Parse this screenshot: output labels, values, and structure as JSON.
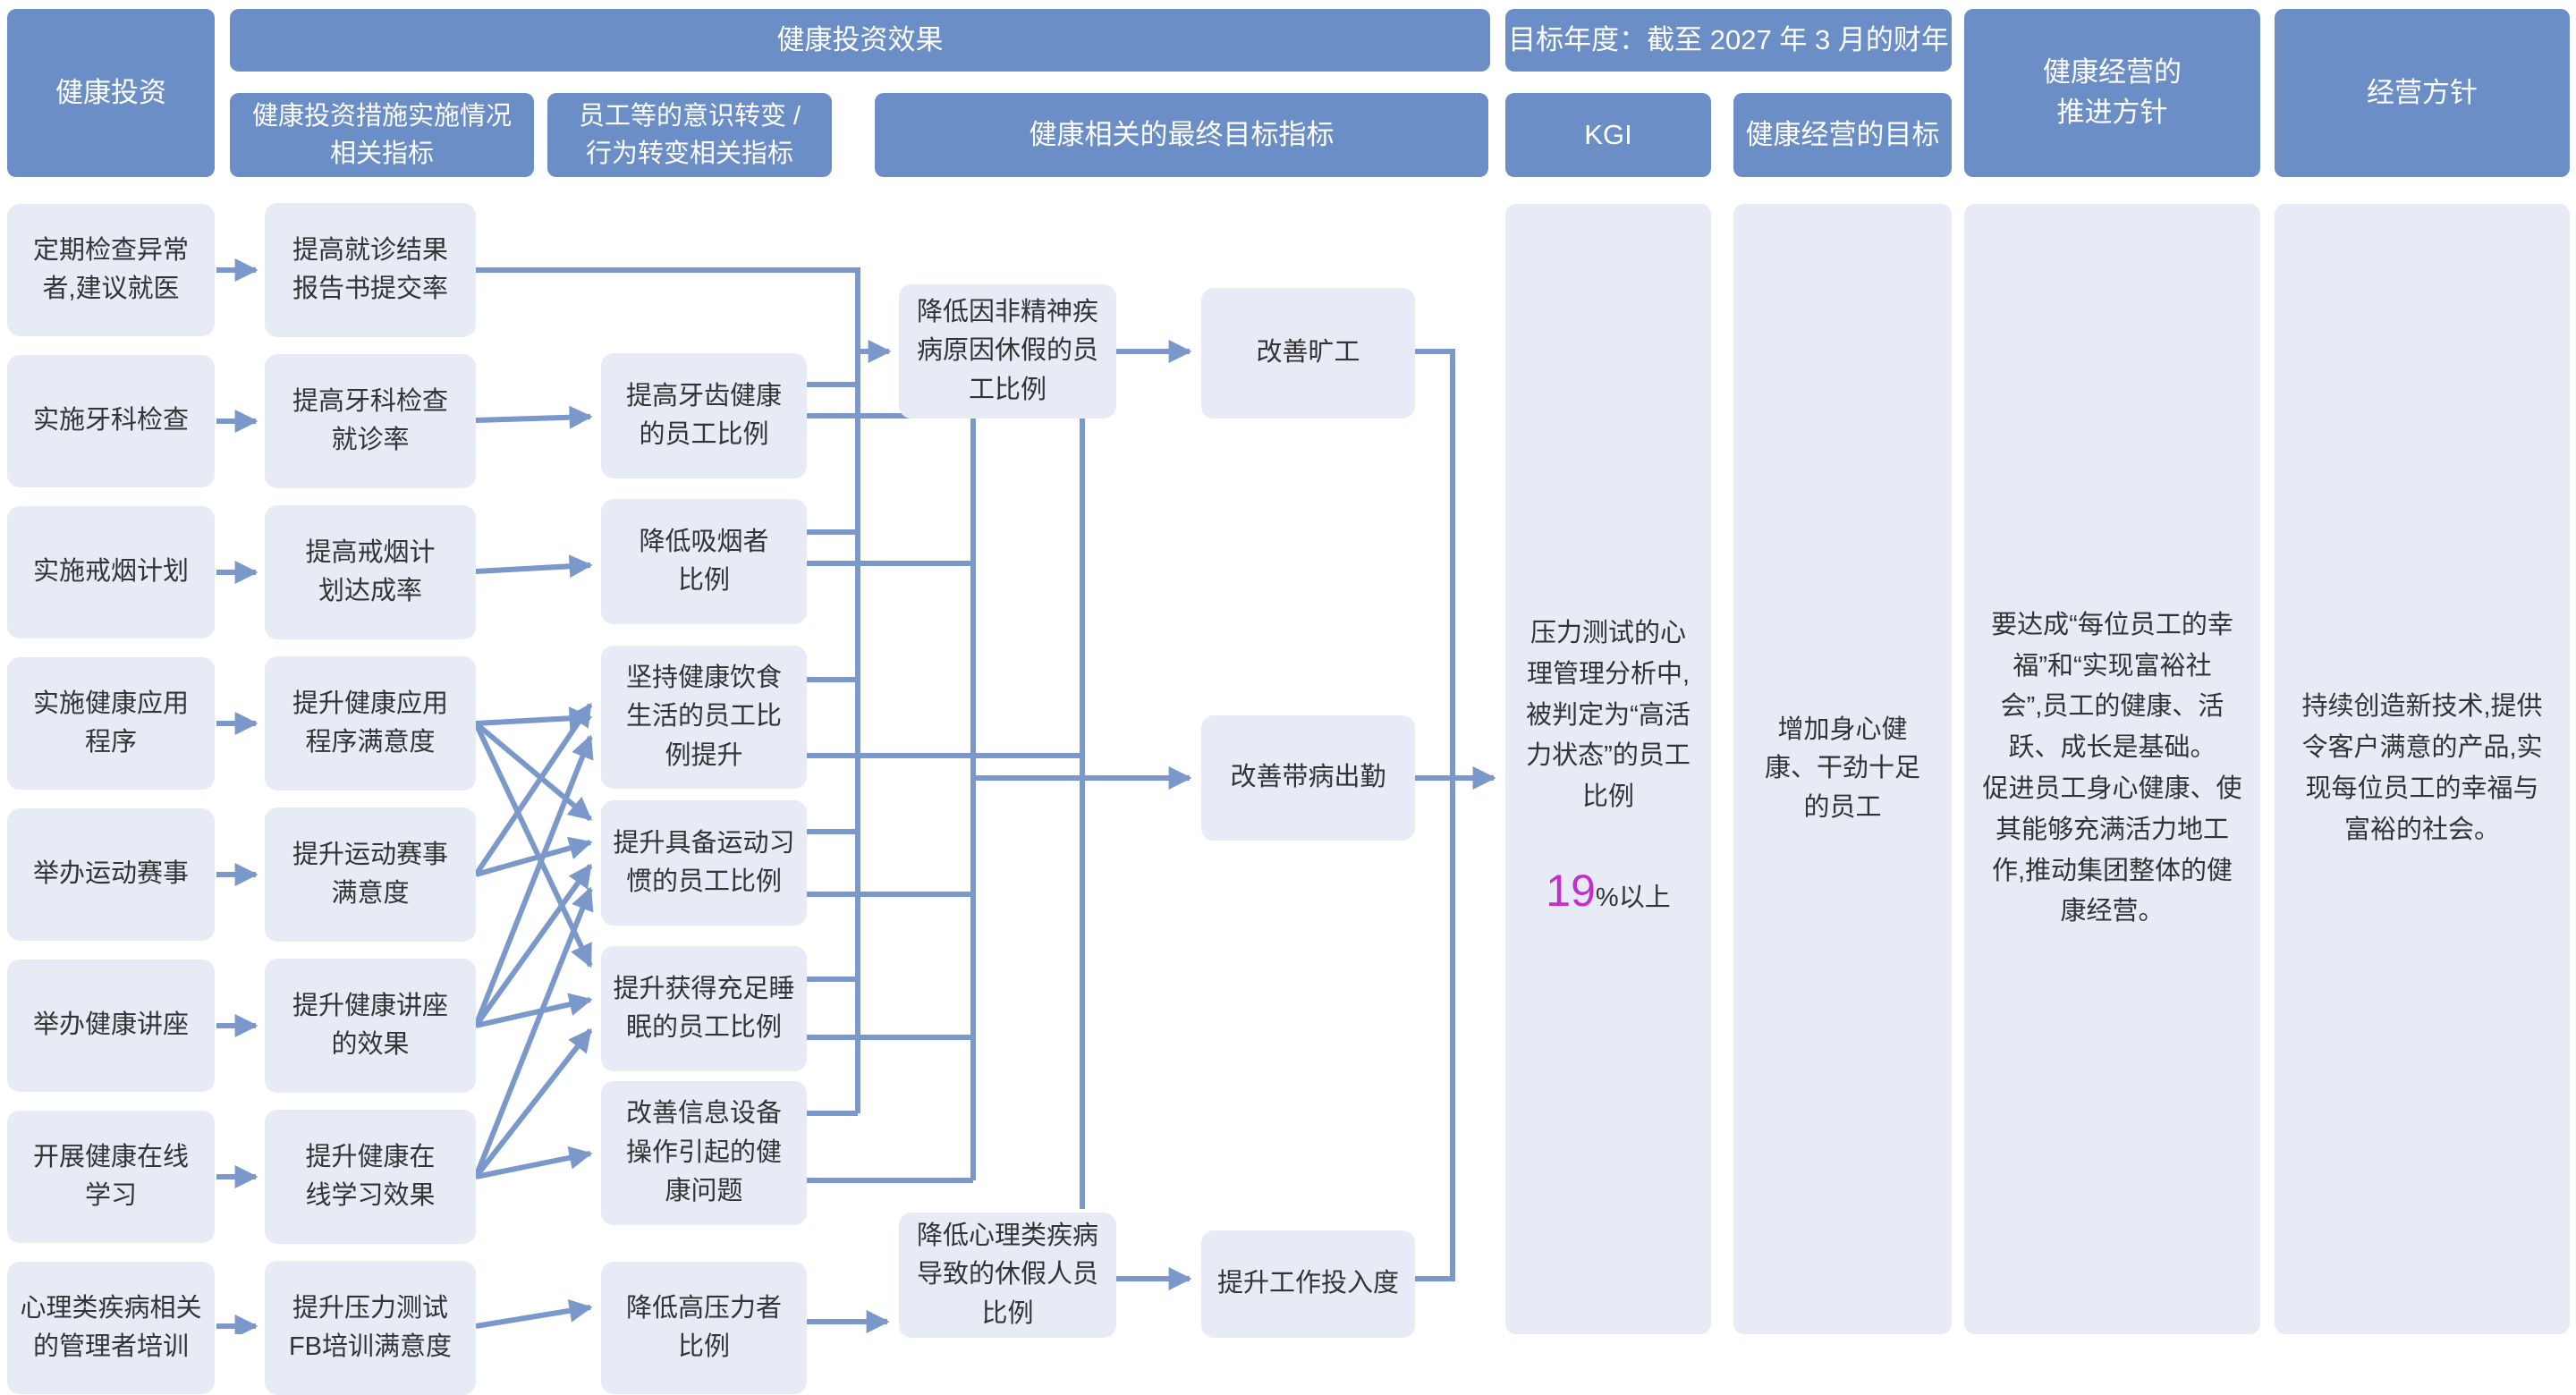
{
  "colors": {
    "header_bg": "#6B8EC7",
    "box_bg": "#E6EBF6",
    "connector": "#7B98CB",
    "header_text": "#FFFFFF",
    "body_text": "#333333",
    "kgi_value_color": "#C42FCB"
  },
  "headers": {
    "investment": "健康投资",
    "effect": "健康投资效果",
    "target_year": "目标年度：截至 2027 年 3 月的财年",
    "promotion_policy": "健康经营的\n推进方针",
    "management_policy": "经营方针",
    "implementation_indicators": "健康投资措施实施情况\n相关指标",
    "awareness_indicators": "员工等的意识转变 /\n行为转变相关指标",
    "final_indicators": "健康相关的最终目标指标",
    "kgi": "KGI",
    "goal": "健康经营的目标"
  },
  "investments": [
    "定期检查异常\n者,建议就医",
    "实施牙科检查",
    "实施戒烟计划",
    "实施健康应用\n程序",
    "举办运动赛事",
    "举办健康讲座",
    "开展健康在线\n学习",
    "心理类疾病相关\n的管理者培训"
  ],
  "implementation_metrics": [
    "提高就诊结果\n报告书提交率",
    "提高牙科检查\n就诊率",
    "提高戒烟计\n划达成率",
    "提升健康应用\n程序满意度",
    "提升运动赛事\n满意度",
    "提升健康讲座\n的效果",
    "提升健康在\n线学习效果",
    "提升压力测试\nFB培训满意度"
  ],
  "behavior_metrics": [
    "提高牙齿健康\n的员工比例",
    "降低吸烟者\n比例",
    "坚持健康饮食\n生活的员工比\n例提升",
    "提升具备运动习\n惯的员工比例",
    "提升获得充足睡\n眠的员工比例",
    "改善信息设备\n操作引起的健\n康问题",
    "降低高压力者\n比例"
  ],
  "final_targets": {
    "non_mental_leave": "降低因非精神疾\n病原因休假的员\n工比例",
    "absenteeism": "改善旷工",
    "presenteeism": "改善带病出勤",
    "mental_leave": "降低心理类疾病\n导致的休假人员\n比例",
    "engagement": "提升工作投入度"
  },
  "kgi": {
    "description": "压力测试的心\n理管理分析中,\n被判定为“高活\n力状态”的员工\n比例",
    "value": "19",
    "value_suffix": "%以上"
  },
  "goal_text": "增加身心健\n康、干劲十足\n的员工",
  "promotion_text": "要达成“每位员工的幸\n福”和“实现富裕社\n会”,员工的健康、活\n跃、成长是基础。\n促进员工身心健康、使\n其能够充满活力地工\n作,推动集团整体的健\n康经营。",
  "management_text": "持续创造新技术,提供\n令客户满意的产品,实\n现每位员工的幸福与\n富裕的社会。"
}
